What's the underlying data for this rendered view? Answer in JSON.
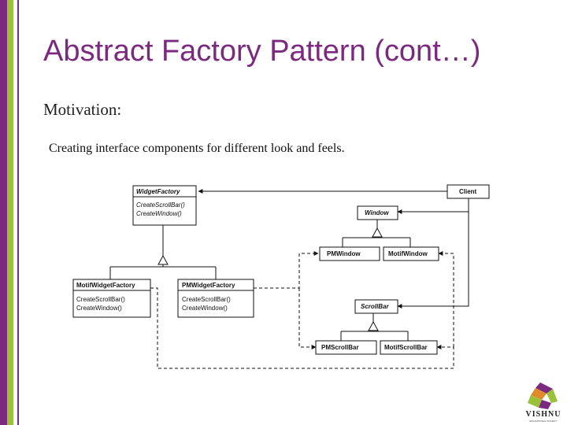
{
  "slide": {
    "title": "Abstract Factory Pattern (cont…)",
    "subtitle": "Motivation:",
    "body": "Creating interface components for different look and feels."
  },
  "diagram": {
    "classes": {
      "widget_factory": {
        "name": "WidgetFactory",
        "ops": [
          "CreateScrollBar()",
          "CreateWindow()"
        ]
      },
      "motif_widget_factory": {
        "name": "MotifWidgetFactory",
        "ops": [
          "CreateScrollBar()",
          "CreateWindow()"
        ]
      },
      "pm_widget_factory": {
        "name": "PMWidgetFactory",
        "ops": [
          "CreateScrollBar()",
          "CreateWindow()"
        ]
      },
      "client": {
        "name": "Client"
      },
      "window": {
        "name": "Window"
      },
      "pm_window": {
        "name": "PMWindow"
      },
      "motif_window": {
        "name": "MotifWindow"
      },
      "scroll_bar": {
        "name": "ScrollBar"
      },
      "pm_scroll_bar": {
        "name": "PMScrollBar"
      },
      "motif_scroll_bar": {
        "name": "MotifScrollBar"
      }
    }
  },
  "logo": {
    "name": "VISHNU",
    "tagline": "EDUCATIONAL SOCIETY",
    "colors": [
      "#7b2a7f",
      "#9ac13a",
      "#e08a2a"
    ]
  },
  "colors": {
    "accent_purple": "#7b2a7f",
    "accent_green": "#9ac13a"
  }
}
